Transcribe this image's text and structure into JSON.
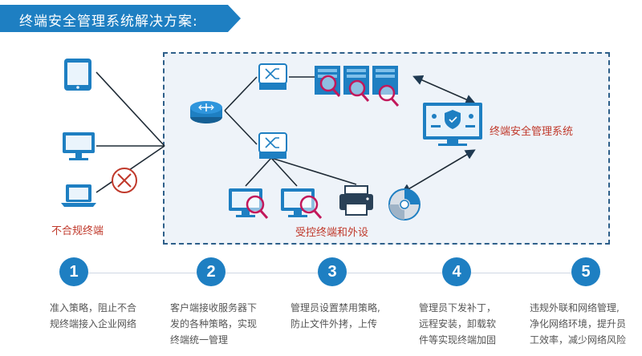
{
  "header": {
    "title": "终端安全管理系统解决方案:"
  },
  "labels": {
    "noncompliant": "不合规终端",
    "system": "终端安全管理系统",
    "controlled": "受控终端和外设"
  },
  "steps": [
    {
      "num": "1",
      "desc": "准入策略，阻止不合\n规终端接入企业网络"
    },
    {
      "num": "2",
      "desc": "客户端接收服务器下\n发的各种策略，实现\n终端统一管理"
    },
    {
      "num": "3",
      "desc": "管理员设置禁用策略,\n防止文件外拷，上传"
    },
    {
      "num": "4",
      "desc": "管理员下发补丁，\n远程安装，卸载软\n件等实现终端加固"
    },
    {
      "num": "5",
      "desc": "违规外联和网络管理,\n净化网络环境，提升员\n工效率，减少网络风险"
    }
  ],
  "colors": {
    "brand": "#1e7fc2",
    "alert": "#c0392b",
    "magnifier": "#c2185b"
  }
}
